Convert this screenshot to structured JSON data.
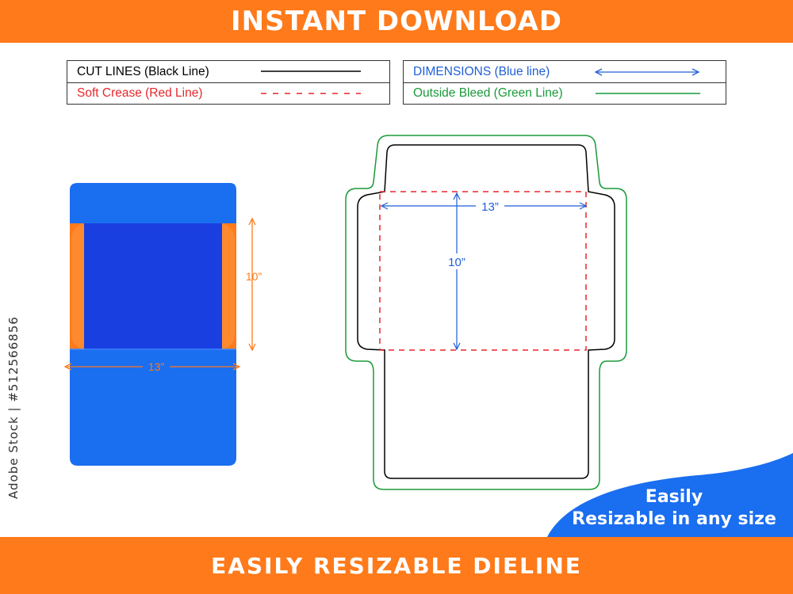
{
  "header": {
    "title": "INSTANT DOWNLOAD"
  },
  "footer": {
    "title": "EASILY RESIZABLE DIELINE"
  },
  "legend": {
    "left": [
      {
        "label": "CUT LINES (Black Line)",
        "color": "#000000",
        "style": "solid"
      },
      {
        "label": "Soft Crease (Red Line)",
        "color": "#e8262b",
        "style": "dashed"
      }
    ],
    "right": [
      {
        "label": "DIMENSIONS (Blue line)",
        "color": "#1f5fd6",
        "style": "arrow"
      },
      {
        "label": "Outside Bleed (Green Line)",
        "color": "#1a9a3a",
        "style": "solid"
      }
    ]
  },
  "mockup": {
    "width_label": "13”",
    "height_label": "10”",
    "body_color": "#1a6ef0",
    "flap_color": "#ff7a1a",
    "panel_color": "#1a3fe0"
  },
  "dieline": {
    "width_label": "13”",
    "height_label": "10”",
    "cut_color": "#000000",
    "crease_color": "#e8262b",
    "dimension_color": "#1f5fd6",
    "bleed_color": "#1a9a3a"
  },
  "badge": {
    "line1": "Easily",
    "line2": "Resizable in any size",
    "color": "#1a6ef0"
  },
  "stock_id": "Adobe Stock | #512566856"
}
